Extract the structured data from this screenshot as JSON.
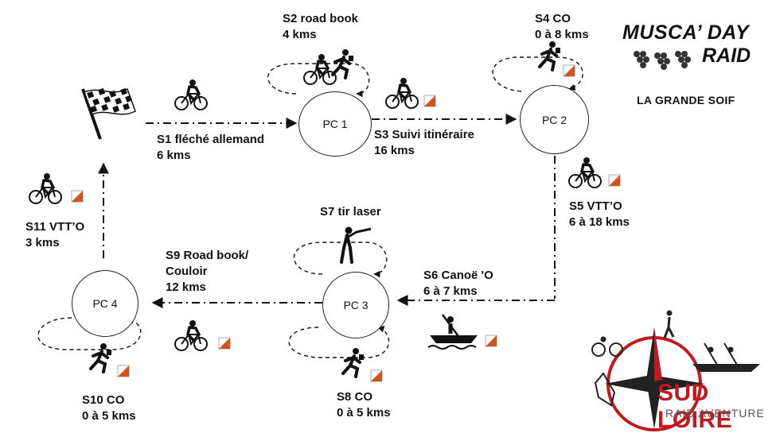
{
  "stages": {
    "s1": {
      "name": "S1 fléché allemand",
      "dist": "6 kms"
    },
    "s2": {
      "name": "S2 road book",
      "dist": "4 kms"
    },
    "s3": {
      "name": "S3 Suivi itinéraire",
      "dist": "16 kms"
    },
    "s4": {
      "name": "S4 CO",
      "dist": "0 à 8 kms"
    },
    "s5": {
      "name": "S5 VTT’O",
      "dist": "6 à 18 kms"
    },
    "s6": {
      "name": "S6 Canoë 'O",
      "dist": "6 à 7 kms"
    },
    "s7": {
      "name": "S7 tir laser"
    },
    "s8": {
      "name": "S8 CO",
      "dist": "0 à 5 kms"
    },
    "s9": {
      "name_line1": "S9 Road book/",
      "name_line2": "Couloir",
      "dist": "12 kms"
    },
    "s10": {
      "name": "S10 CO",
      "dist": "0 à 5 kms"
    },
    "s11": {
      "name": "S11 VTT’O",
      "dist": "3 kms"
    }
  },
  "checkpoints": {
    "pc1": "PC 1",
    "pc2": "PC 2",
    "pc3": "PC 3",
    "pc4": "PC 4"
  },
  "branding": {
    "title_line1": "MUSCA’ DAY",
    "title_line2": "RAID",
    "subtitle": "LA GRANDE SOIF",
    "org_name": "SUD LOIRE",
    "org_tagline": "RAID AVENTURE"
  },
  "icons": {
    "start": "checkered-flag-icon",
    "bike": "cyclist-icon",
    "run": "runner-icon",
    "canoe": "canoe-icon",
    "shoot": "laser-shooter-icon",
    "orienteering": "orienteering-marker-icon",
    "grapes": "grapes-icon"
  },
  "colors": {
    "accent": "#d2521d",
    "brand_red": "#c0191e",
    "line": "#111111"
  }
}
